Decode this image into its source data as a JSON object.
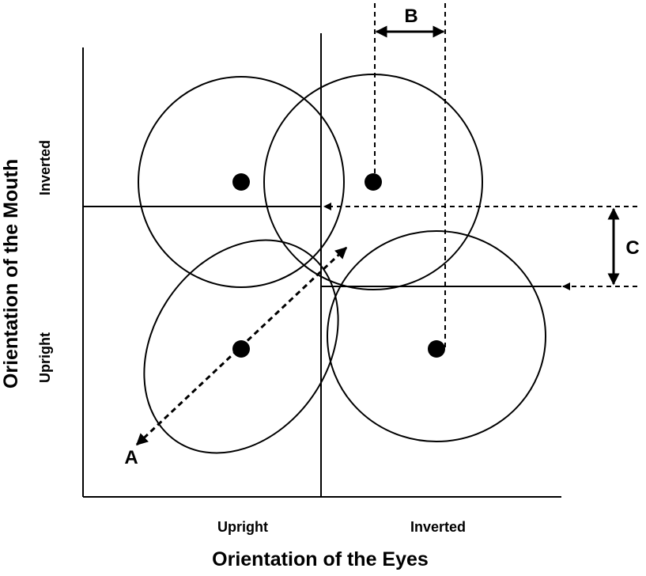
{
  "x_axis": {
    "title": "Orientation of the Eyes",
    "ticks": [
      "Upright",
      "Inverted"
    ]
  },
  "y_axis": {
    "title": "Orientation of the Mouth",
    "ticks": [
      "Upright",
      "Inverted"
    ]
  },
  "markers": {
    "a": "A",
    "b": "B",
    "c": "C"
  },
  "colors": {
    "ink": "#000000",
    "background": "#ffffff"
  }
}
